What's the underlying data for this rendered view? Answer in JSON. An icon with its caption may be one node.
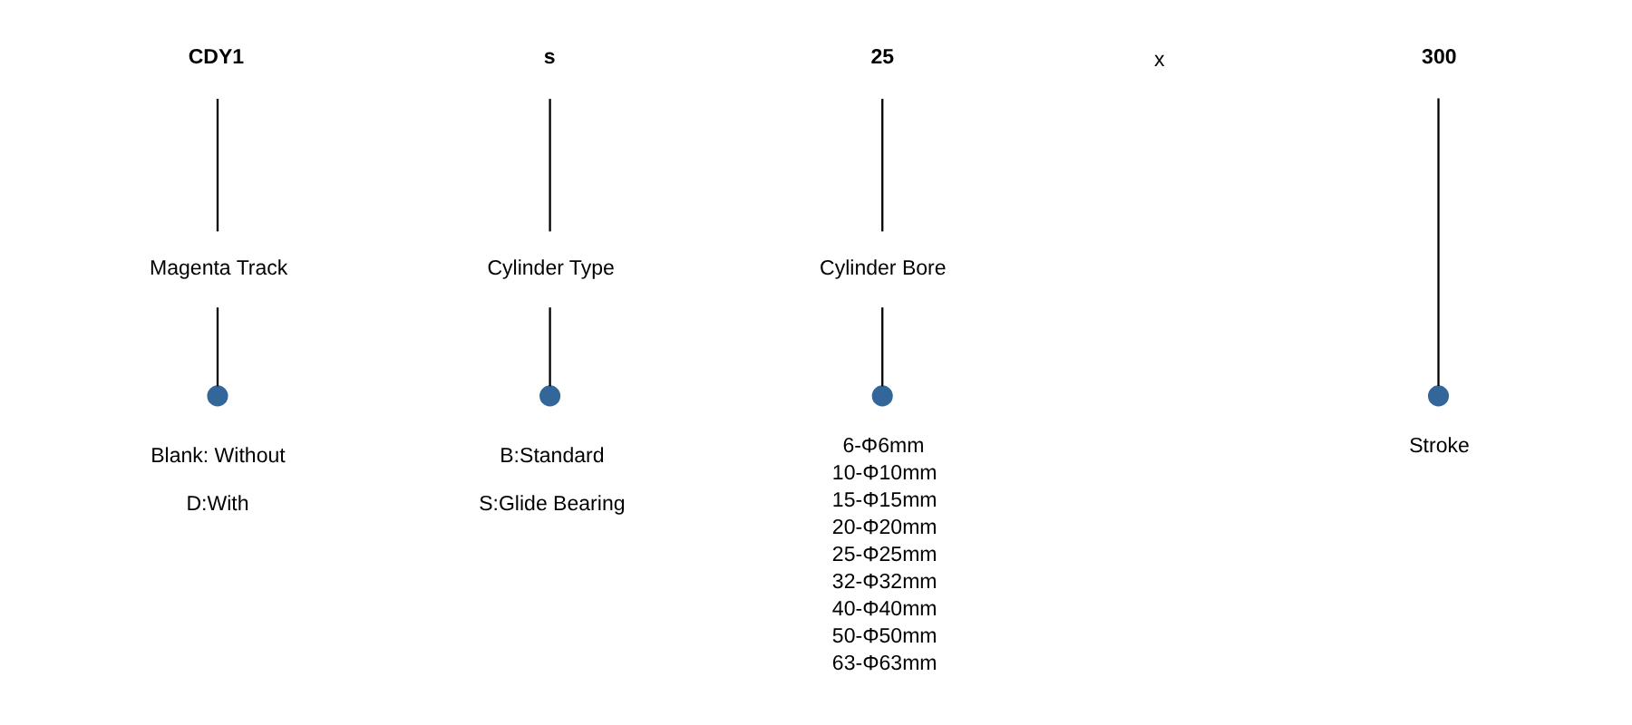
{
  "diagram": {
    "nodes": [
      {
        "text": [
          "CDY1"
        ]
      },
      {
        "text": [
          "Magenta Track"
        ]
      },
      {
        "text": [],
        "shape": "circle",
        "beside": [
          "Blank: Without",
          "D:With"
        ]
      },
      {
        "text": [
          "s"
        ]
      },
      {
        "text": [
          "Cylinder Type"
        ]
      },
      {
        "text": [],
        "shape": "circle",
        "beside": [
          "B:Standard",
          "S:Glide Bearing"
        ]
      },
      {
        "text": [
          "25"
        ]
      },
      {
        "text": [
          "Cylinder Bore"
        ]
      },
      {
        "text": [],
        "shape": "circle",
        "beside": [
          "6-Φ6mm",
          "10-Φ10mm",
          "15-Φ15mm",
          "20-Φ20mm",
          "25-Φ25mm",
          "32-Φ32mm",
          "40-Φ40mm",
          "50-Φ50mm",
          "63-Φ63mm"
        ]
      },
      {
        "text": [
          "300"
        ]
      },
      {
        "text": [],
        "shape": "circle",
        "beside": [
          "Stroke"
        ]
      }
    ],
    "edges": [
      {
        "from": 0,
        "to": 1,
        "arrow": "none"
      },
      {
        "from": 1,
        "to": 2,
        "arrow": "none"
      },
      {
        "from": 3,
        "to": 4,
        "arrow": "none"
      },
      {
        "from": 4,
        "to": 5,
        "arrow": "none"
      },
      {
        "from": 6,
        "to": 7,
        "arrow": "none"
      },
      {
        "from": 7,
        "to": 8,
        "arrow": "none"
      },
      {
        "from": 9,
        "to": 10,
        "arrow": "none"
      }
    ],
    "labels": [
      "x"
    ]
  }
}
